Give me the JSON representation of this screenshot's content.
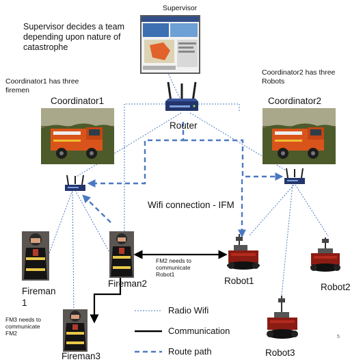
{
  "supervisor": {
    "label": "Supervisor",
    "note_lines": [
      "Supervisor decides a team",
      "depending upon nature of",
      "catastrophe"
    ]
  },
  "router": {
    "label": "Router"
  },
  "coordinator1": {
    "label": "Coordinator1",
    "note_lines": [
      "Coordinator1 has three",
      "firemen"
    ]
  },
  "coordinator2": {
    "label": "Coordinator2",
    "note_lines": [
      "Coordinator2 has three",
      "Robots"
    ]
  },
  "center_label": "Wifi connection - IFM",
  "firemen": [
    {
      "label_lines": [
        "Fireman",
        "1"
      ]
    },
    {
      "label_lines": [
        "Fireman2"
      ]
    },
    {
      "label_lines": [
        "Fireman3"
      ]
    }
  ],
  "robots": [
    {
      "label": "Robot1"
    },
    {
      "label": "Robot2"
    },
    {
      "label": "Robot3"
    }
  ],
  "notes": {
    "fm2": [
      "FM2 needs to",
      "communicate",
      "Robot1"
    ],
    "fm3": [
      "FM3 needs to",
      "communicate",
      "FM2"
    ]
  },
  "legend": [
    {
      "label": "Radio Wifi",
      "style": "dotted",
      "color": "#4a78c2"
    },
    {
      "label": "Communication",
      "style": "solid",
      "color": "#000000"
    },
    {
      "label": "Route path",
      "style": "dashed",
      "color": "#4a78c2"
    }
  ],
  "page_number": "5",
  "colors": {
    "radio": "#4a78c2",
    "route": "#4a78c2",
    "comm": "#000000",
    "truck": "#d9541b"
  }
}
